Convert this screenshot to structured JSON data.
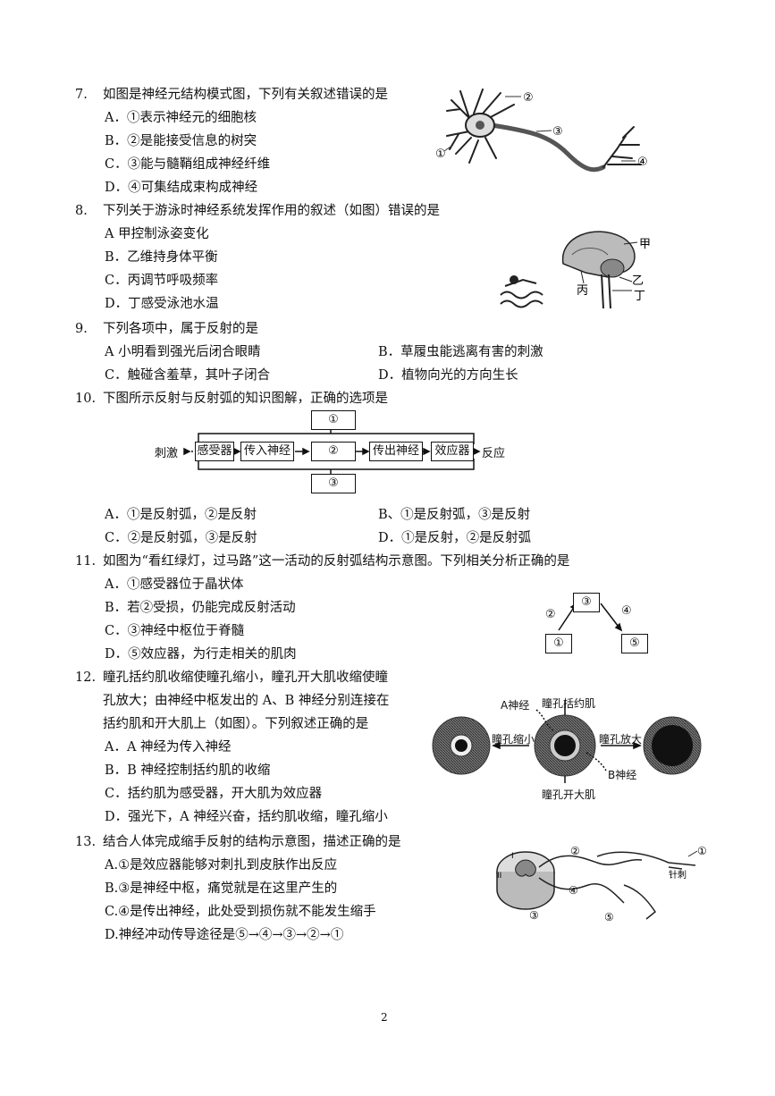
{
  "q7": {
    "num": "7.",
    "stem": "如图是神经元结构模式图，下列有关叙述错误的是",
    "options": [
      "A．①表示神经元的细胞核",
      "B．②是能接受信息的树突",
      "C．③能与髓鞘组成神经纤维",
      "D．④可集结成束构成神经"
    ],
    "fig": {
      "l1": "②",
      "l2": "③",
      "l3": "①",
      "l4": "④"
    }
  },
  "q8": {
    "num": "8.",
    "stem": "下列关于游泳时神经系统发挥作用的叙述（如图）错误的是",
    "options": [
      "A 甲控制泳姿变化",
      "B．乙维持身体平衡",
      "C．丙调节呼吸频率",
      "D．丁感受泳池水温"
    ],
    "fig": {
      "jia": "甲",
      "yi": "乙",
      "bing": "丙",
      "ding": "丁"
    }
  },
  "q9": {
    "num": "9.",
    "stem": "下列各项中，属于反射的是",
    "options": [
      "A 小明看到强光后闭合眼睛",
      "B．草履虫能逃离有害的刺激",
      "C．触碰含羞草，其叶子闭合",
      "D．植物向光的方向生长"
    ]
  },
  "q10": {
    "num": "10.",
    "stem": "下图所示反射与反射弧的知识图解，正确的选项是",
    "diagram": {
      "stim": "刺激",
      "recv": "感受器",
      "aff": "传入神经",
      "c2": "②",
      "eff_n": "传出神经",
      "effector": "效应器",
      "resp": "反应",
      "c1": "①",
      "c3": "③"
    },
    "options": [
      "A．①是反射弧，②是反射",
      "B、①是反射弧，③是反射",
      "C．②是反射弧，③是反射",
      "D．①是反射，②是反射弧"
    ]
  },
  "q11": {
    "num": "11.",
    "stem": "如图为“看红绿灯，过马路”这一活动的反射弧结构示意图。下列相关分析正确的是",
    "options": [
      "A．①感受器位于晶状体",
      "B．若②受损，仍能完成反射活动",
      "C．③神经中枢位于脊髓",
      "D．⑤效应器，为行走相关的肌肉"
    ],
    "fig": {
      "n1": "①",
      "n2": "②",
      "n3": "③",
      "n4": "④",
      "n5": "⑤"
    }
  },
  "q12": {
    "num": "12.",
    "stem_lines": [
      "瞳孔括约肌收缩使瞳孔缩小，瞳孔开大肌收缩使瞳",
      "孔放大；由神经中枢发出的 A、B 神经分别连接在",
      "括约肌和开大肌上（如图）。下列叙述正确的是"
    ],
    "options": [
      "A．A 神经为传入神经",
      "B．B 神经控制括约肌的收缩",
      "C．括约肌为感受器，开大肌为效应器",
      "D．强光下，A 神经兴奋，括约肌收缩，瞳孔缩小"
    ],
    "fig": {
      "a": "A神经",
      "sph": "瞳孔括约肌",
      "shrink": "瞳孔缩小",
      "dilate": "瞳孔放大",
      "b": "B神经",
      "dil": "瞳孔开大肌"
    }
  },
  "q13": {
    "num": "13.",
    "stem": "结合人体完成缩手反射的结构示意图，描述正确的是",
    "options": [
      "A.①是效应器能够对刺扎到皮肤作出反应",
      "B.③是神经中枢，痛觉就是在这里产生的",
      "C.④是传出神经，此处受到损伤就不能发生缩手",
      "D.神经冲动传导途径是⑤→④→③→②→①"
    ],
    "fig": {
      "n1": "①",
      "n2": "②",
      "n3": "③",
      "n4": "④",
      "n5": "⑤",
      "pin": "针刺",
      "I": "I",
      "II": "II"
    }
  },
  "page": "2"
}
